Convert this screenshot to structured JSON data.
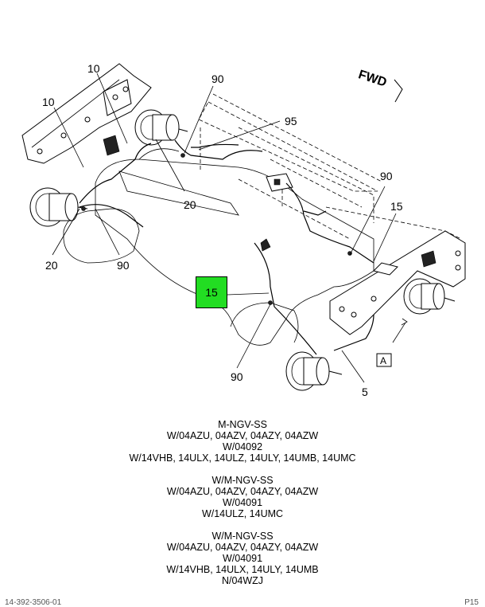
{
  "diagram": {
    "fwd_label": "FWD",
    "view_label": "A",
    "callouts": {
      "c10_top": "10",
      "c10_left": "10",
      "c90_top": "90",
      "c95": "95",
      "c20_mid": "20",
      "c20_left": "20",
      "c90_left": "90",
      "c90_right": "90",
      "c15_right": "15",
      "c15_highlight": "15",
      "c90_bottom": "90",
      "c5": "5"
    }
  },
  "notes": {
    "groups": [
      [
        "M-NGV-SS",
        "W/04AZU, 04AZV, 04AZY, 04AZW",
        "W/04092",
        "W/14VHB, 14ULX, 14ULZ, 14ULY, 14UMB, 14UMC"
      ],
      [
        "W/M-NGV-SS",
        "W/04AZU, 04AZV, 04AZY, 04AZW",
        "W/04091",
        "W/14ULZ, 14UMC"
      ],
      [
        "W/M-NGV-SS",
        "W/04AZU, 04AZV, 04AZY, 04AZW",
        "W/04091",
        "W/14VHB, 14ULX, 14ULY, 14UMB",
        "N/04WZJ"
      ]
    ]
  },
  "footer": {
    "left": "14-392-3506-01",
    "right": "P15"
  }
}
